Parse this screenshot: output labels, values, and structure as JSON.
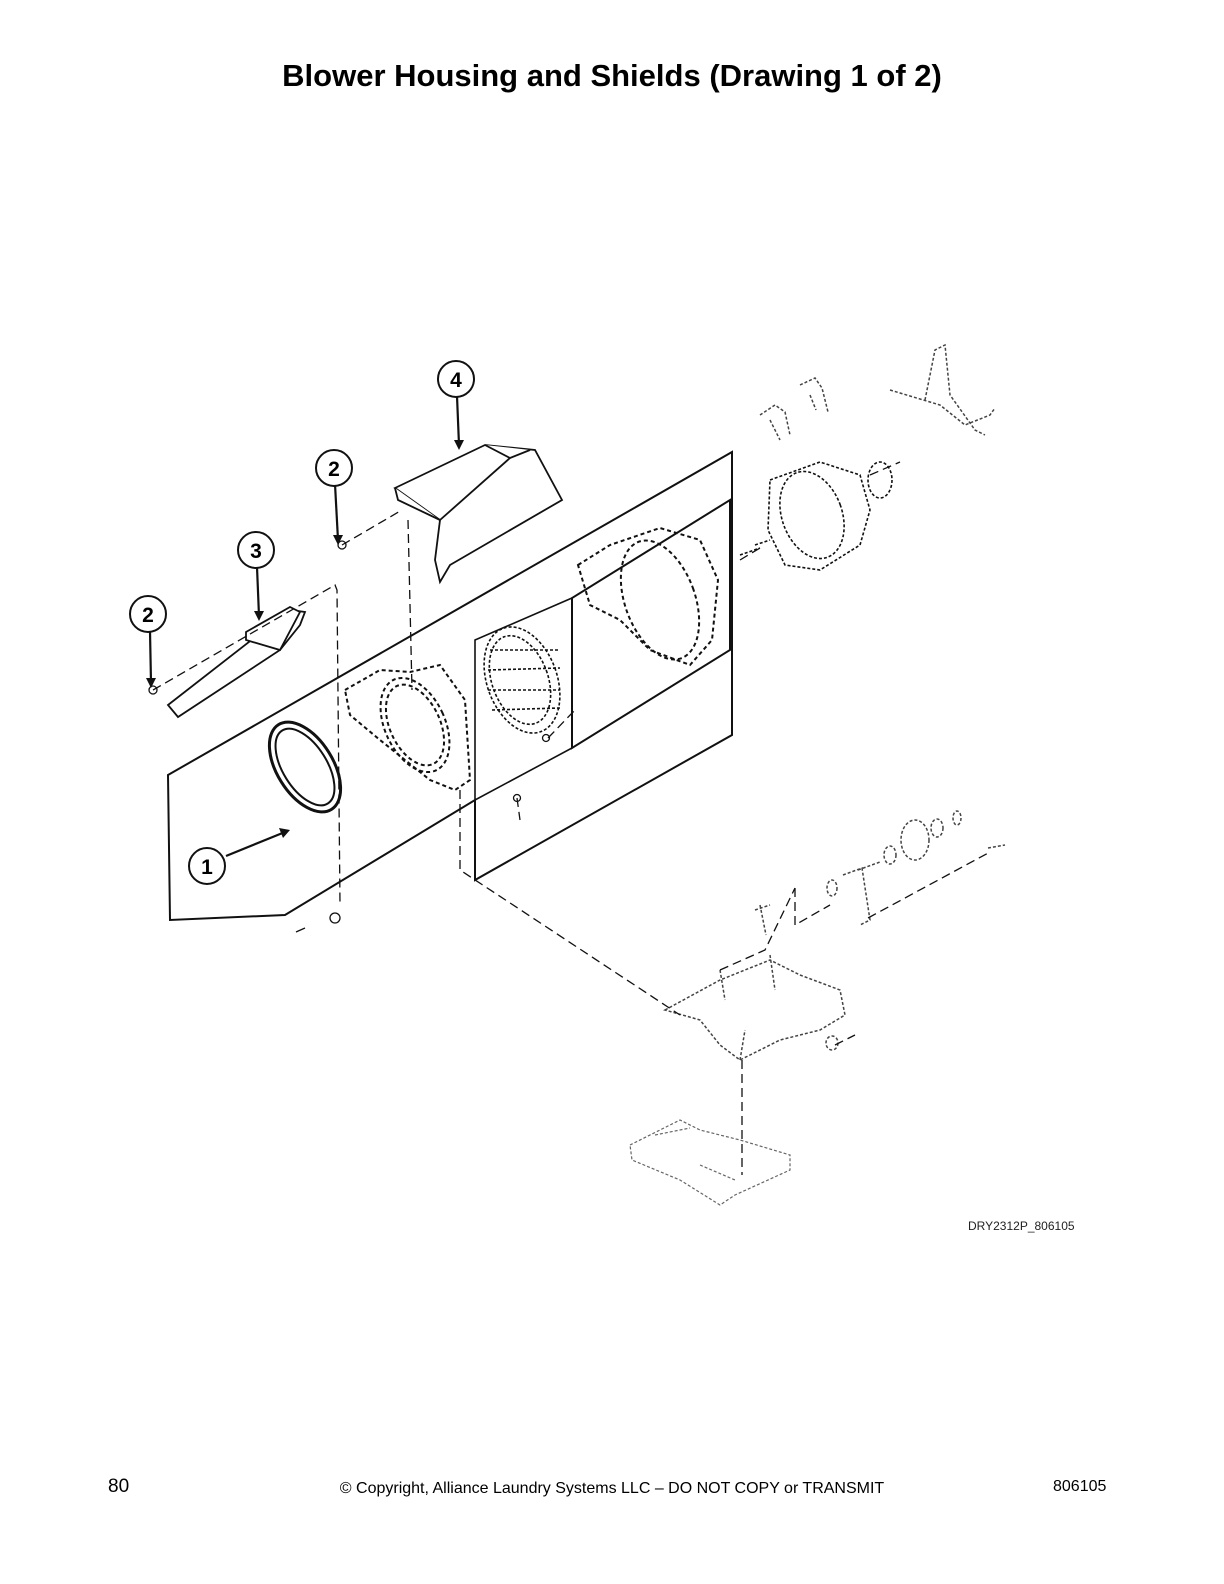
{
  "page": {
    "title": "Blower Housing and Shields (Drawing 1 of 2)",
    "drawing_id": "DRY2312P_806105",
    "footer": {
      "page_number": "80",
      "copyright": "© Copyright, Alliance Laundry Systems LLC – DO NOT COPY or TRANSMIT",
      "doc_number": "806105"
    }
  },
  "callouts": {
    "c1": "1",
    "c2a": "2",
    "c2b": "2",
    "c3": "3",
    "c4": "4"
  }
}
